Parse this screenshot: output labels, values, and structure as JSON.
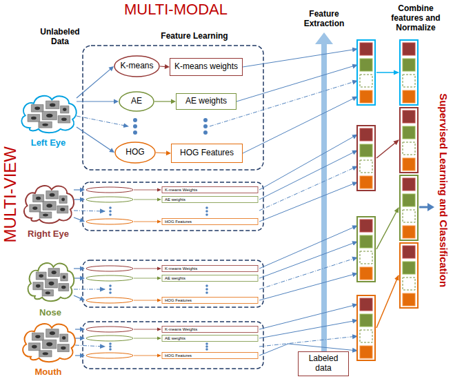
{
  "diagram": {
    "title": "MULTI-MODAL",
    "nodes": [
      {
        "text": [
          "Left Eye"
        ]
      },
      {
        "text": [
          "K-means"
        ]
      },
      {
        "text": [
          "AE"
        ]
      },
      {
        "text": [
          "HOG"
        ]
      },
      {
        "text": [
          "K-means weights"
        ]
      },
      {
        "text": [
          "AE weights"
        ]
      },
      {
        "text": [
          "HOG Features"
        ]
      },
      {
        "text": [
          "Right Eye"
        ]
      },
      {
        "text": [
          "K-means Weights"
        ]
      },
      {
        "text": [
          "AE weights"
        ]
      },
      {
        "text": [
          "HOG Features"
        ]
      },
      {
        "text": [
          "Nose"
        ]
      },
      {
        "text": [
          "K-means Weights"
        ]
      },
      {
        "text": [
          "AE weights"
        ]
      },
      {
        "text": [
          "HOG Features"
        ]
      },
      {
        "text": [
          "Mouth"
        ]
      },
      {
        "text": [
          "K-means Weights"
        ]
      },
      {
        "text": [
          "AE weights"
        ]
      },
      {
        "text": [
          "HOG Features"
        ]
      },
      {
        "text": [
          "Labeled data"
        ]
      }
    ],
    "edges": [
      {
        "from": 0,
        "to": 1,
        "arrow": "to"
      },
      {
        "from": 0,
        "to": 2,
        "arrow": "to"
      },
      {
        "from": 0,
        "to": 3,
        "arrow": "to"
      },
      {
        "from": 1,
        "to": 4,
        "arrow": "to"
      },
      {
        "from": 2,
        "to": 5,
        "arrow": "to"
      },
      {
        "from": 3,
        "to": 6,
        "arrow": "to"
      },
      {
        "from": 7,
        "to": 8,
        "arrow": "to"
      },
      {
        "from": 7,
        "to": 9,
        "arrow": "to"
      },
      {
        "from": 7,
        "to": 10,
        "arrow": "to"
      },
      {
        "from": 11,
        "to": 12,
        "arrow": "to"
      },
      {
        "from": 11,
        "to": 13,
        "arrow": "to"
      },
      {
        "from": 11,
        "to": 14,
        "arrow": "to"
      },
      {
        "from": 15,
        "to": 16,
        "arrow": "to"
      },
      {
        "from": 15,
        "to": 17,
        "arrow": "to"
      },
      {
        "from": 15,
        "to": 18,
        "arrow": "to"
      }
    ],
    "labels": [
      "Unlabeled Data",
      "Feature Learning",
      "Feature Extraction",
      "Combine features and Normalize",
      "MULTI-VIEW",
      "Supervised Learning and Classification"
    ]
  }
}
